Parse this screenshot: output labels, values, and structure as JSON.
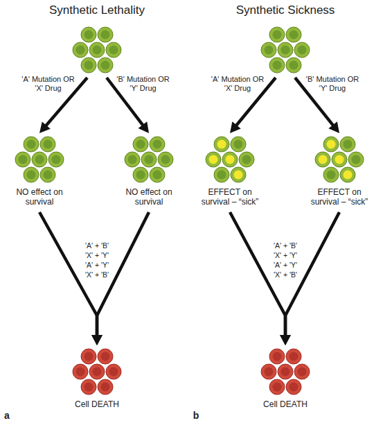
{
  "diagram": {
    "nodes": [
      {
        "text": []
      },
      {
        "text": [
          "NO effect on survival"
        ]
      },
      {
        "text": [
          "NO effect on survival"
        ]
      },
      {
        "text": [
          "Cell DEATH"
        ]
      },
      {
        "text": []
      },
      {
        "text": [
          "EFFECT on survival – “sick”"
        ]
      },
      {
        "text": [
          "EFFECT on survival – “sick”"
        ]
      },
      {
        "text": [
          "Cell DEATH"
        ]
      }
    ],
    "edges": [
      {
        "from": 0,
        "to": 1,
        "arrow": "to",
        "label": "'A' Mutation OR 'X' Drug"
      },
      {
        "from": 0,
        "to": 2,
        "arrow": "to",
        "label": "'B' Mutation OR 'Y' Drug"
      },
      {
        "from": 1,
        "to": 3,
        "arrow": "to"
      },
      {
        "from": 2,
        "to": 3,
        "arrow": "to"
      },
      {
        "from": 4,
        "to": 5,
        "arrow": "to",
        "label": "'A' Mutation OR 'X' Drug"
      },
      {
        "from": 4,
        "to": 6,
        "arrow": "to",
        "label": "'B' Mutation OR 'Y' Drug"
      },
      {
        "from": 5,
        "to": 7,
        "arrow": "to"
      },
      {
        "from": 6,
        "to": 7,
        "arrow": "to"
      }
    ],
    "labels": [
      "Synthetic Lethality",
      "Synthetic Sickness",
      "'A' + 'B' 'X' + 'Y' 'A' + 'Y' 'X' + 'B'",
      "'A' + 'B' 'X' + 'Y' 'A' + 'Y' 'X' + 'B'",
      "a",
      "b"
    ]
  }
}
